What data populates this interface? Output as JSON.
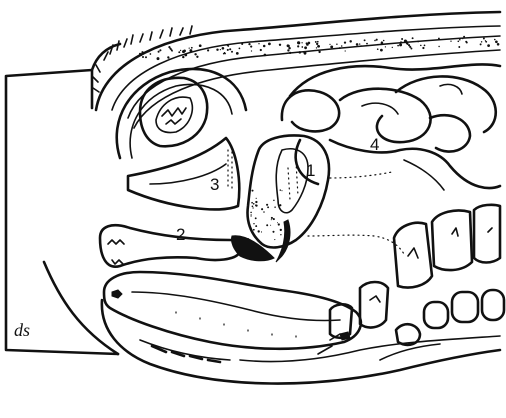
{
  "figure": {
    "labels": [
      {
        "id": "label-1",
        "text": "1"
      },
      {
        "id": "label-2",
        "text": "2"
      },
      {
        "id": "label-3",
        "text": "3"
      },
      {
        "id": "label-4",
        "text": "4"
      }
    ],
    "signature": "ds"
  },
  "colors": {
    "ink": "#111111",
    "paper": "#ffffff"
  }
}
